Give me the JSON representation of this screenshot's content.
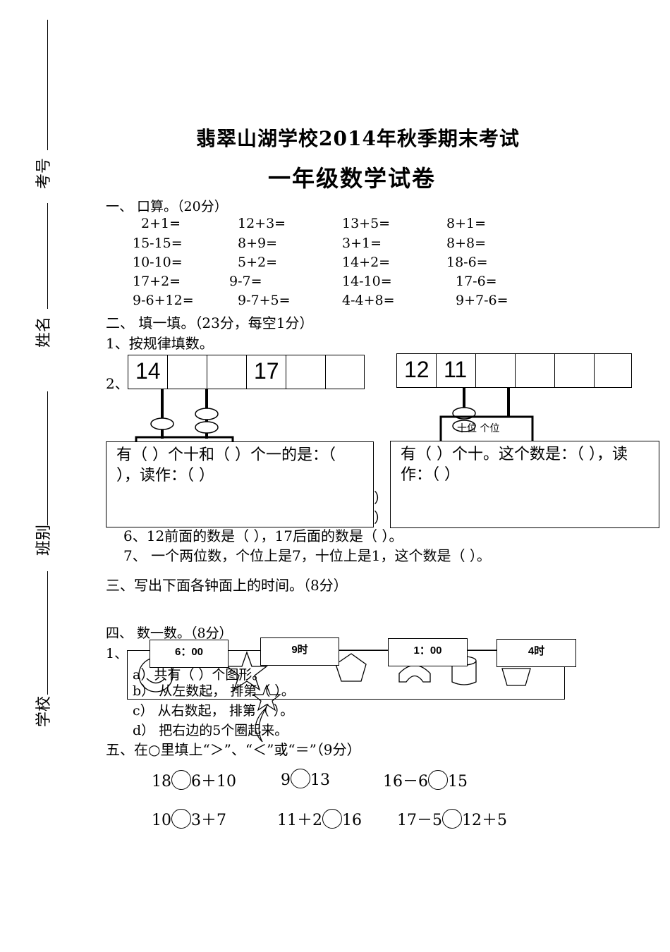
{
  "margin_labels": [
    "考号",
    "姓名",
    "班别",
    "学校"
  ],
  "header": {
    "title": "翡翠山湖学校2014年秋季期末考试",
    "subtitle": "一年级数学试卷"
  },
  "section1": {
    "heading": "一、  口算。（20分）",
    "rows": [
      [
        "2+1=",
        "12+3=",
        "13+5=",
        "8+1="
      ],
      [
        "15-15=",
        "8+9=",
        "3+1=",
        "8+8="
      ],
      [
        "10-10=",
        "5+2=",
        "14+2=",
        "18-6="
      ],
      [
        "17+2=",
        "9-7=",
        "14-10=",
        "17-6="
      ],
      [
        "9-6+12=",
        "9-7+5=",
        "4-4+8=",
        "9+7-6="
      ]
    ]
  },
  "section2": {
    "heading": "二、  填一填。（23分，每空1分）",
    "q1": "1、按规律填数。",
    "q2_label": "2、",
    "seq_left": [
      "14",
      "",
      "",
      "17",
      "",
      ""
    ],
    "seq_right": [
      "12",
      "11",
      "",
      "",
      "",
      ""
    ],
    "abacus_right_labels": "十位  个位",
    "box_left": "有（  ）个十和（  ）个一的是：（  ），读作：（  ）",
    "box_right": "有（  ）个十。这个数是：（    ），读作：（  ）",
    "partial_hidden_1": "）",
    "partial_hidden_2": "）",
    "q6": "6、12前面的数是（    ），17后面的数是（     ）。",
    "q7": "7、 一个两位数，个位上是7，十位上是1，这个数是（    ）。"
  },
  "section3": {
    "heading": "三、写出下面各钟面上的时间。（8分）",
    "clocks": [
      "6：00",
      "9时",
      "1：00",
      "4时"
    ]
  },
  "section4": {
    "heading": "四、  数一数。（8分）",
    "q1_label": "1、",
    "a": "a）共有（    ）个图形。",
    "b": "b） 从左数起，    排第（      ）。",
    "c": "c） 从右数起，     排第（       ）。",
    "d": "d） 把右边的5个圈起来。"
  },
  "section5": {
    "heading": "五、在○里填上“＞”、“＜”或“＝”（9分）",
    "row1": [
      {
        "left": "18",
        "right": "6＋10"
      },
      {
        "left": "9",
        "right": "13"
      },
      {
        "left": "16－6",
        "right": "15"
      }
    ],
    "row2": [
      {
        "left": "10",
        "right": "3＋7"
      },
      {
        "left": "11＋2",
        "right": "16"
      },
      {
        "left": "17－5",
        "right": "12＋5"
      }
    ]
  }
}
